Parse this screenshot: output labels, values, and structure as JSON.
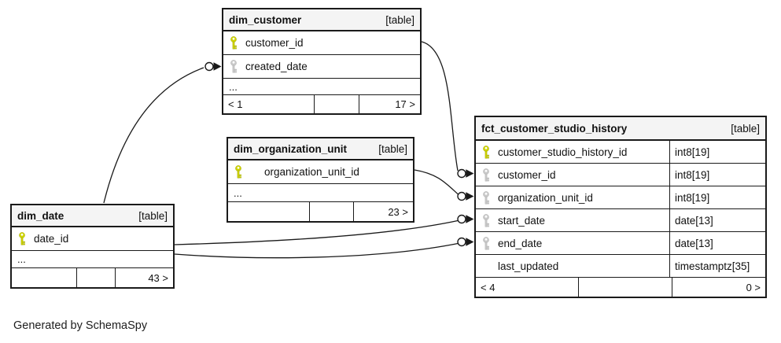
{
  "note": "Generated by SchemaSpy",
  "colors": {
    "primary_key": "#cfd400",
    "foreign_key": "#c9c9c9",
    "header_bg": "#f4f4f4",
    "border": "#1a1a1a"
  },
  "tables": {
    "dim_customer": {
      "title": "dim_customer",
      "badge": "[table]",
      "rows": [
        {
          "name": "customer_id",
          "key": "primary"
        },
        {
          "name": "created_date",
          "key": "foreign"
        }
      ],
      "ellipsis": "...",
      "footer_left": "< 1",
      "footer_mid": "",
      "footer_right": "17 >"
    },
    "dim_organization_unit": {
      "title": "dim_organization_unit",
      "badge": "[table]",
      "rows": [
        {
          "name": "organization_unit_id",
          "key": "primary"
        }
      ],
      "ellipsis": "...",
      "footer_left": "",
      "footer_mid": "",
      "footer_right": "23 >"
    },
    "dim_date": {
      "title": "dim_date",
      "badge": "[table]",
      "rows": [
        {
          "name": "date_id",
          "key": "primary"
        }
      ],
      "ellipsis": "...",
      "footer_left": "",
      "footer_mid": "",
      "footer_right": "43 >"
    },
    "fct_customer_studio_history": {
      "title": "fct_customer_studio_history",
      "badge": "[table]",
      "rows": [
        {
          "name": "customer_studio_history_id",
          "key": "primary",
          "type": "int8[19]"
        },
        {
          "name": "customer_id",
          "key": "foreign",
          "type": "int8[19]"
        },
        {
          "name": "organization_unit_id",
          "key": "foreign",
          "type": "int8[19]"
        },
        {
          "name": "start_date",
          "key": "foreign",
          "type": "date[13]"
        },
        {
          "name": "end_date",
          "key": "foreign",
          "type": "date[13]"
        },
        {
          "name": "last_updated",
          "key": "none",
          "type": "timestamptz[35]"
        }
      ],
      "footer_left": "< 4",
      "footer_mid": "",
      "footer_right": "0 >"
    }
  },
  "relationships": [
    {
      "from": "dim_date.date_id",
      "to": "dim_customer.created_date"
    },
    {
      "from": "dim_customer.customer_id",
      "to": "fct_customer_studio_history.customer_id"
    },
    {
      "from": "dim_organization_unit.organization_unit_id",
      "to": "fct_customer_studio_history.organization_unit_id"
    },
    {
      "from": "dim_date.date_id",
      "to": "fct_customer_studio_history.start_date"
    },
    {
      "from": "dim_date.date_id",
      "to": "fct_customer_studio_history.end_date"
    }
  ]
}
